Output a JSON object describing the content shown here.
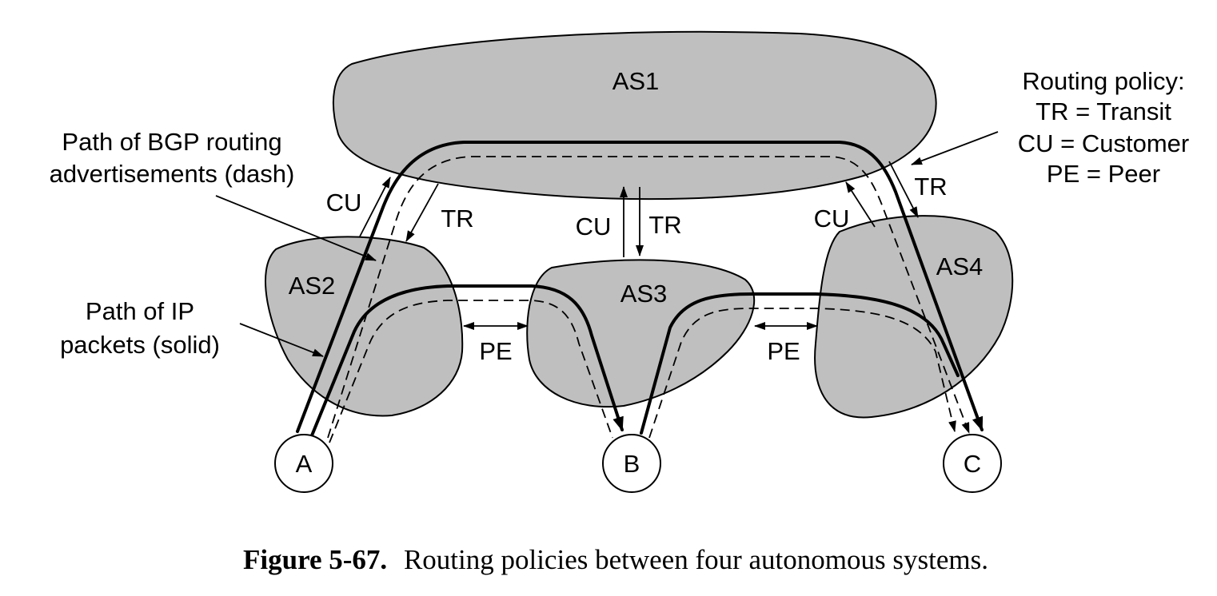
{
  "diagram": {
    "systems": [
      "AS1",
      "AS2",
      "AS3",
      "AS4"
    ],
    "hosts": [
      "A",
      "B",
      "C"
    ],
    "relationships": {
      "as1_as2_up": "CU",
      "as1_as2_down": "TR",
      "as1_as3_up": "CU",
      "as1_as3_down": "TR",
      "as1_as4_up": "CU",
      "as1_as4_down": "TR",
      "as2_as3": "PE",
      "as3_as4": "PE"
    },
    "annotations": {
      "bgp_line1": "Path of BGP routing",
      "bgp_line2": "advertisements (dash)",
      "ip_line1": "Path of IP",
      "ip_line2": "packets (solid)"
    },
    "legend": {
      "title": "Routing policy:",
      "tr": "TR = Transit",
      "cu": "CU = Customer",
      "pe": "PE = Peer"
    }
  },
  "caption": {
    "label": "Figure 5-67.",
    "text": "Routing policies between four autonomous systems."
  }
}
